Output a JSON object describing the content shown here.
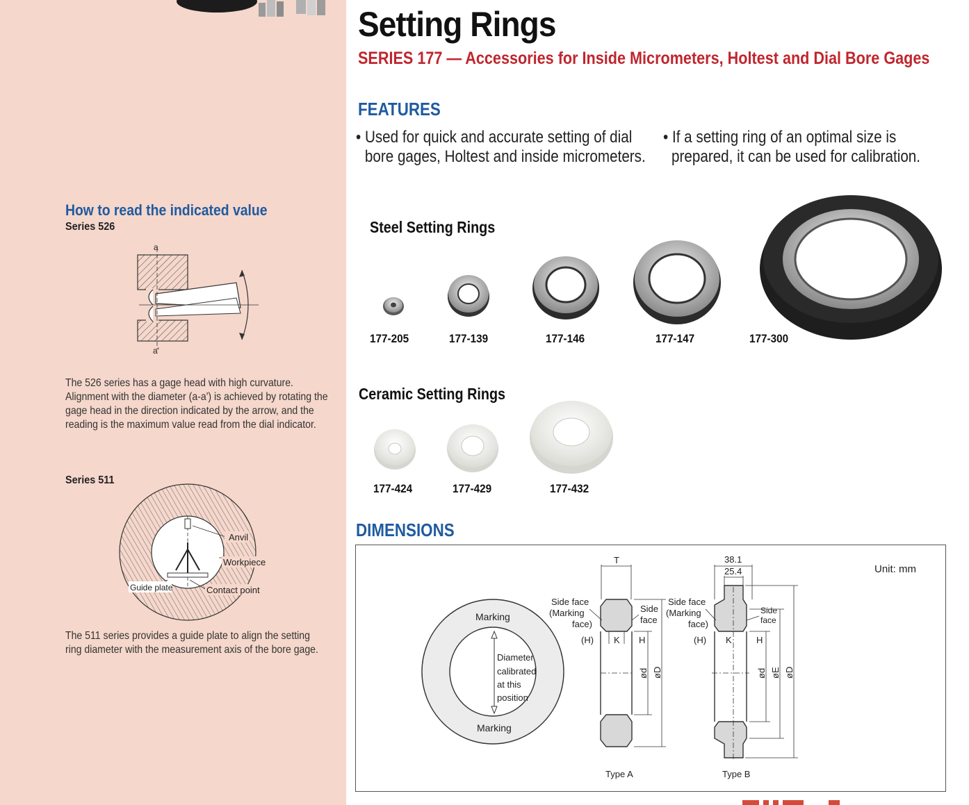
{
  "header": {
    "title": "Setting Rings",
    "subtitle": "SERIES 177 — Accessories for Inside Micrometers, Holtest and Dial Bore Gages"
  },
  "features": {
    "heading": "FEATURES",
    "items": [
      {
        "line1": "• Used for quick and accurate setting of dial",
        "line2": "bore gages, Holtest and inside micrometers."
      },
      {
        "line1": "• If a setting ring of an optimal size is",
        "line2": "prepared, it can be used for calibration."
      }
    ]
  },
  "steel": {
    "heading": "Steel Setting Rings",
    "rings": [
      {
        "code": "177-205"
      },
      {
        "code": "177-139"
      },
      {
        "code": "177-146"
      },
      {
        "code": "177-147"
      },
      {
        "code": "177-300"
      }
    ]
  },
  "ceramic": {
    "heading": "Ceramic Setting Rings",
    "rings": [
      {
        "code": "177-424"
      },
      {
        "code": "177-429"
      },
      {
        "code": "177-432"
      }
    ]
  },
  "dimensions": {
    "heading": "DIMENSIONS",
    "unit": "Unit: mm",
    "front": {
      "marking_top": "Marking",
      "marking_bottom": "Marking",
      "diameter_lines": [
        "Diameter",
        "calibrated",
        "at this",
        "position"
      ]
    },
    "typeA": {
      "caption": "Type A",
      "T": "T",
      "side_face_marking": [
        "Side face",
        "(Marking",
        "face)"
      ],
      "side_face": [
        "Side",
        "face"
      ],
      "H_paren": "(H)",
      "K": "K",
      "H": "H",
      "d": "ød",
      "D": "øD"
    },
    "typeB": {
      "caption": "Type B",
      "dim1": "38.1",
      "dim2": "25.4",
      "side_face_marking": [
        "Side face",
        "(Marking",
        "face)"
      ],
      "side_face": [
        "Side",
        "face"
      ],
      "H_paren": "(H)",
      "K": "K",
      "H": "H",
      "d": "ød",
      "E": "øE",
      "D": "øD"
    }
  },
  "sidebar": {
    "heading": "How to read the indicated value",
    "series526": {
      "label": "Series 526",
      "a": "a",
      "a_prime": "a'",
      "text": "The 526 series has a gage head with high curvature. Alignment with the diameter (a-a') is achieved by rotating the gage head in the direction indicated by the arrow, and the reading is the maximum value read from the dial indicator."
    },
    "series511": {
      "label": "Series 511",
      "anvil": "Anvil",
      "workpiece": "Workpiece",
      "guide_plate": "Guide plate",
      "contact_point": "Contact point",
      "text": "The 511 series provides a guide plate to align the setting ring diameter with the measurement axis of the bore gage."
    }
  },
  "colors": {
    "sidebar_bg": "#f5d7cb",
    "heading_blue": "#1f5aa0",
    "subtitle_red": "#c0262e"
  }
}
